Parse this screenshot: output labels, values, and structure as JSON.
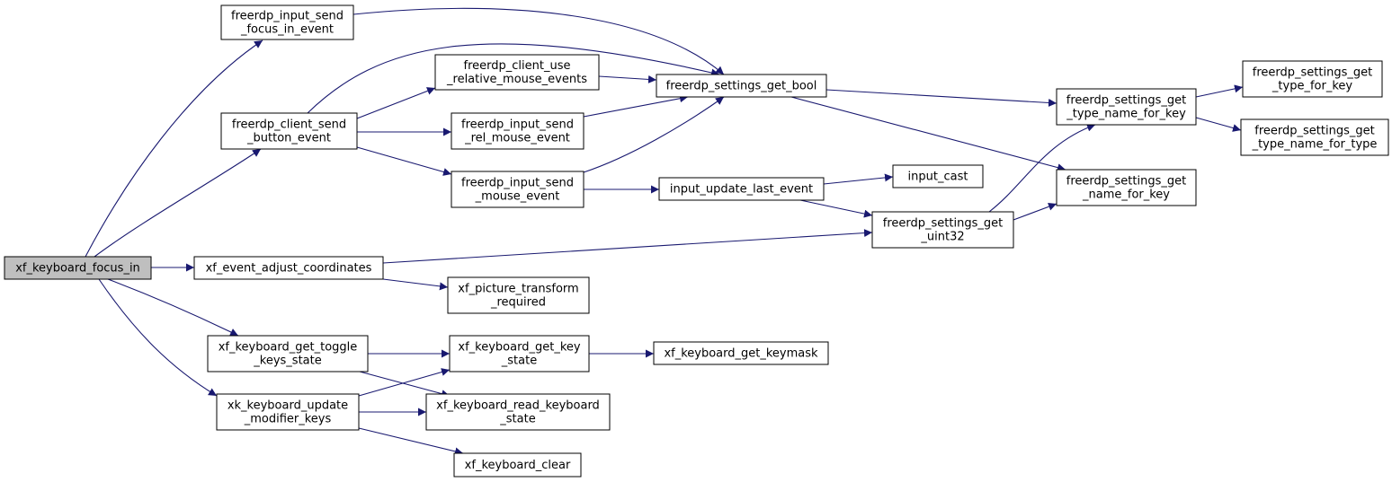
{
  "graph": {
    "title": "",
    "edge_color": "#191970",
    "root_fill": "#bfbfbf",
    "nodes": [
      {
        "id": "xf_keyboard_focus_in",
        "lines": [
          "xf_keyboard_focus_in"
        ],
        "root": true
      },
      {
        "id": "freerdp_input_send_focus_in_event",
        "lines": [
          "freerdp_input_send",
          "_focus_in_event"
        ]
      },
      {
        "id": "freerdp_client_send_button_event",
        "lines": [
          "freerdp_client_send",
          "_button_event"
        ]
      },
      {
        "id": "xf_event_adjust_coordinates",
        "lines": [
          "xf_event_adjust_coordinates"
        ]
      },
      {
        "id": "xf_keyboard_get_toggle_keys_state",
        "lines": [
          "xf_keyboard_get_toggle",
          "_keys_state"
        ]
      },
      {
        "id": "xk_keyboard_update_modifier_keys",
        "lines": [
          "xk_keyboard_update",
          "_modifier_keys"
        ]
      },
      {
        "id": "freerdp_client_use_relative_mouse_events",
        "lines": [
          "freerdp_client_use",
          "_relative_mouse_events"
        ]
      },
      {
        "id": "freerdp_input_send_rel_mouse_event",
        "lines": [
          "freerdp_input_send",
          "_rel_mouse_event"
        ]
      },
      {
        "id": "freerdp_input_send_mouse_event",
        "lines": [
          "freerdp_input_send",
          "_mouse_event"
        ]
      },
      {
        "id": "xf_picture_transform_required",
        "lines": [
          "xf_picture_transform",
          "_required"
        ]
      },
      {
        "id": "xf_keyboard_get_key_state",
        "lines": [
          "xf_keyboard_get_key",
          "_state"
        ]
      },
      {
        "id": "xf_keyboard_read_keyboard_state",
        "lines": [
          "xf_keyboard_read_keyboard",
          "_state"
        ]
      },
      {
        "id": "xf_keyboard_clear",
        "lines": [
          "xf_keyboard_clear"
        ]
      },
      {
        "id": "freerdp_settings_get_bool",
        "lines": [
          "freerdp_settings_get_bool"
        ]
      },
      {
        "id": "input_update_last_event",
        "lines": [
          "input_update_last_event"
        ]
      },
      {
        "id": "xf_keyboard_get_keymask",
        "lines": [
          "xf_keyboard_get_keymask"
        ]
      },
      {
        "id": "input_cast",
        "lines": [
          "input_cast"
        ]
      },
      {
        "id": "freerdp_settings_get_uint32",
        "lines": [
          "freerdp_settings_get",
          "_uint32"
        ]
      },
      {
        "id": "freerdp_settings_get_type_name_for_key",
        "lines": [
          "freerdp_settings_get",
          "_type_name_for_key"
        ]
      },
      {
        "id": "freerdp_settings_get_name_for_key",
        "lines": [
          "freerdp_settings_get",
          "_name_for_key"
        ]
      },
      {
        "id": "freerdp_settings_get_type_for_key",
        "lines": [
          "freerdp_settings_get",
          "_type_for_key"
        ]
      },
      {
        "id": "freerdp_settings_get_type_name_for_type",
        "lines": [
          "freerdp_settings_get",
          "_type_name_for_type"
        ]
      }
    ],
    "edges": [
      {
        "from": "xf_keyboard_focus_in",
        "to": "freerdp_input_send_focus_in_event"
      },
      {
        "from": "xf_keyboard_focus_in",
        "to": "freerdp_client_send_button_event"
      },
      {
        "from": "xf_keyboard_focus_in",
        "to": "xf_event_adjust_coordinates"
      },
      {
        "from": "xf_keyboard_focus_in",
        "to": "xf_keyboard_get_toggle_keys_state"
      },
      {
        "from": "xf_keyboard_focus_in",
        "to": "xk_keyboard_update_modifier_keys"
      },
      {
        "from": "freerdp_input_send_focus_in_event",
        "to": "freerdp_settings_get_bool"
      },
      {
        "from": "freerdp_client_send_button_event",
        "to": "freerdp_settings_get_bool"
      },
      {
        "from": "freerdp_client_send_button_event",
        "to": "freerdp_client_use_relative_mouse_events"
      },
      {
        "from": "freerdp_client_send_button_event",
        "to": "freerdp_input_send_rel_mouse_event"
      },
      {
        "from": "freerdp_client_send_button_event",
        "to": "freerdp_input_send_mouse_event"
      },
      {
        "from": "freerdp_client_use_relative_mouse_events",
        "to": "freerdp_settings_get_bool"
      },
      {
        "from": "freerdp_input_send_rel_mouse_event",
        "to": "freerdp_settings_get_bool"
      },
      {
        "from": "freerdp_input_send_mouse_event",
        "to": "freerdp_settings_get_bool"
      },
      {
        "from": "freerdp_input_send_mouse_event",
        "to": "input_update_last_event"
      },
      {
        "from": "freerdp_settings_get_bool",
        "to": "freerdp_settings_get_type_name_for_key"
      },
      {
        "from": "freerdp_settings_get_bool",
        "to": "freerdp_settings_get_name_for_key"
      },
      {
        "from": "freerdp_settings_get_type_name_for_key",
        "to": "freerdp_settings_get_type_for_key"
      },
      {
        "from": "freerdp_settings_get_type_name_for_key",
        "to": "freerdp_settings_get_type_name_for_type"
      },
      {
        "from": "input_update_last_event",
        "to": "input_cast"
      },
      {
        "from": "input_update_last_event",
        "to": "freerdp_settings_get_uint32"
      },
      {
        "from": "freerdp_settings_get_uint32",
        "to": "freerdp_settings_get_type_name_for_key"
      },
      {
        "from": "freerdp_settings_get_uint32",
        "to": "freerdp_settings_get_name_for_key"
      },
      {
        "from": "xf_event_adjust_coordinates",
        "to": "freerdp_settings_get_uint32"
      },
      {
        "from": "xf_event_adjust_coordinates",
        "to": "xf_picture_transform_required"
      },
      {
        "from": "xf_keyboard_get_toggle_keys_state",
        "to": "xf_keyboard_get_key_state"
      },
      {
        "from": "xf_keyboard_get_toggle_keys_state",
        "to": "xf_keyboard_read_keyboard_state"
      },
      {
        "from": "xk_keyboard_update_modifier_keys",
        "to": "xf_keyboard_get_key_state"
      },
      {
        "from": "xk_keyboard_update_modifier_keys",
        "to": "xf_keyboard_read_keyboard_state"
      },
      {
        "from": "xk_keyboard_update_modifier_keys",
        "to": "xf_keyboard_clear"
      },
      {
        "from": "xf_keyboard_get_key_state",
        "to": "xf_keyboard_get_keymask"
      }
    ]
  }
}
